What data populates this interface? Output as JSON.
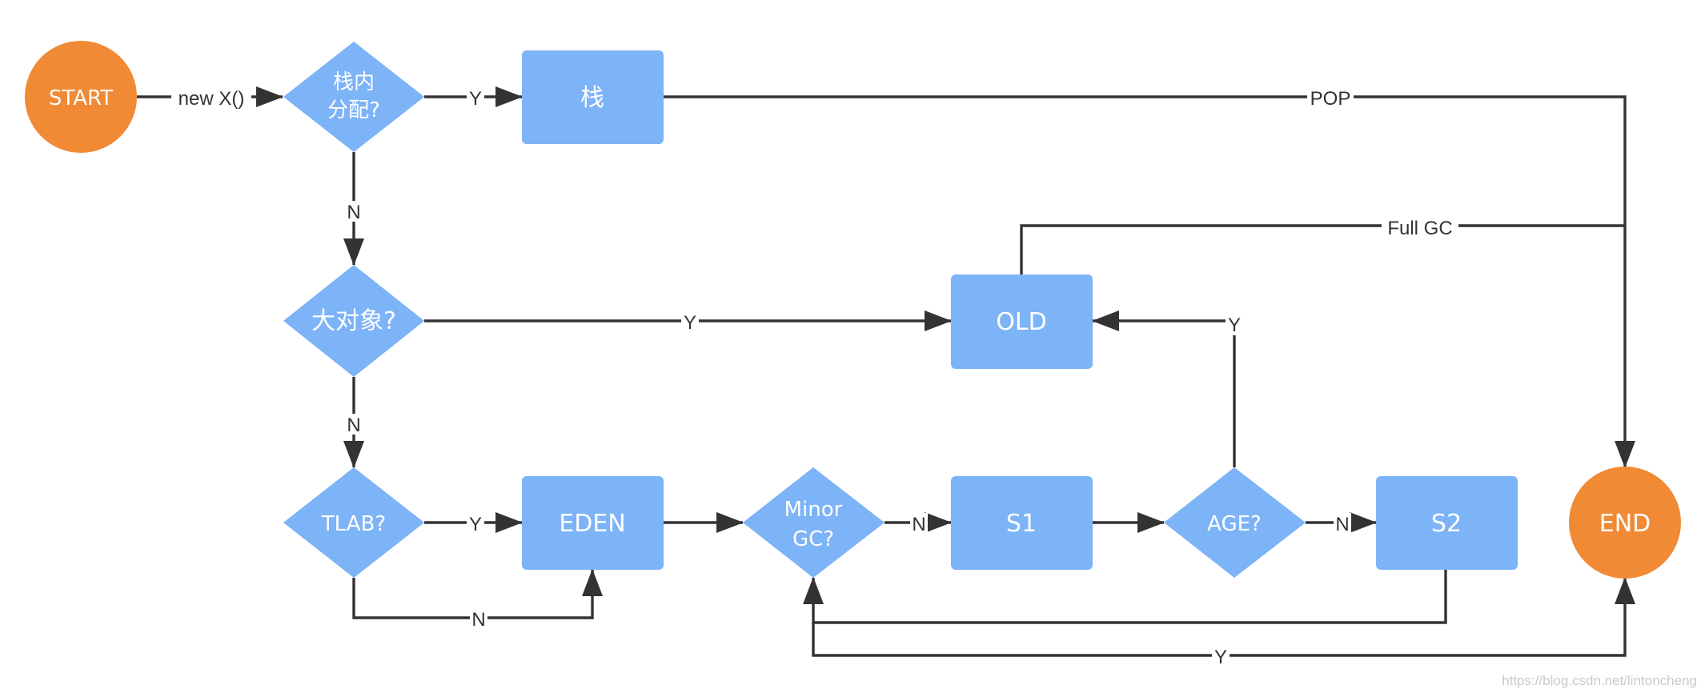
{
  "colors": {
    "terminal": "#f08a34",
    "process": "#7db3f7",
    "line": "#333333",
    "label_bg": "#ffffff"
  },
  "nodes": {
    "start": "START",
    "stack_alloc_q_line1": "栈内",
    "stack_alloc_q_line2": "分配?",
    "stack": "栈",
    "large_obj_q": "大对象?",
    "old": "OLD",
    "tlab_q": "TLAB?",
    "eden": "EDEN",
    "minor_gc_q_line1": "Minor",
    "minor_gc_q_line2": "GC?",
    "s1": "S1",
    "age_q": "AGE?",
    "s2": "S2",
    "end": "END"
  },
  "edges": {
    "new_x": "new X()",
    "y_stack": "Y",
    "n_large": "N",
    "pop": "POP",
    "full_gc": "Full GC",
    "y_old": "Y",
    "n_tlab": "N",
    "y_age_old": "Y",
    "y_eden": "Y",
    "n_eden": "N",
    "n_s1": "N",
    "n_s2": "N",
    "y_end": "Y"
  },
  "watermark": "https://blog.csdn.net/lintoncheng"
}
